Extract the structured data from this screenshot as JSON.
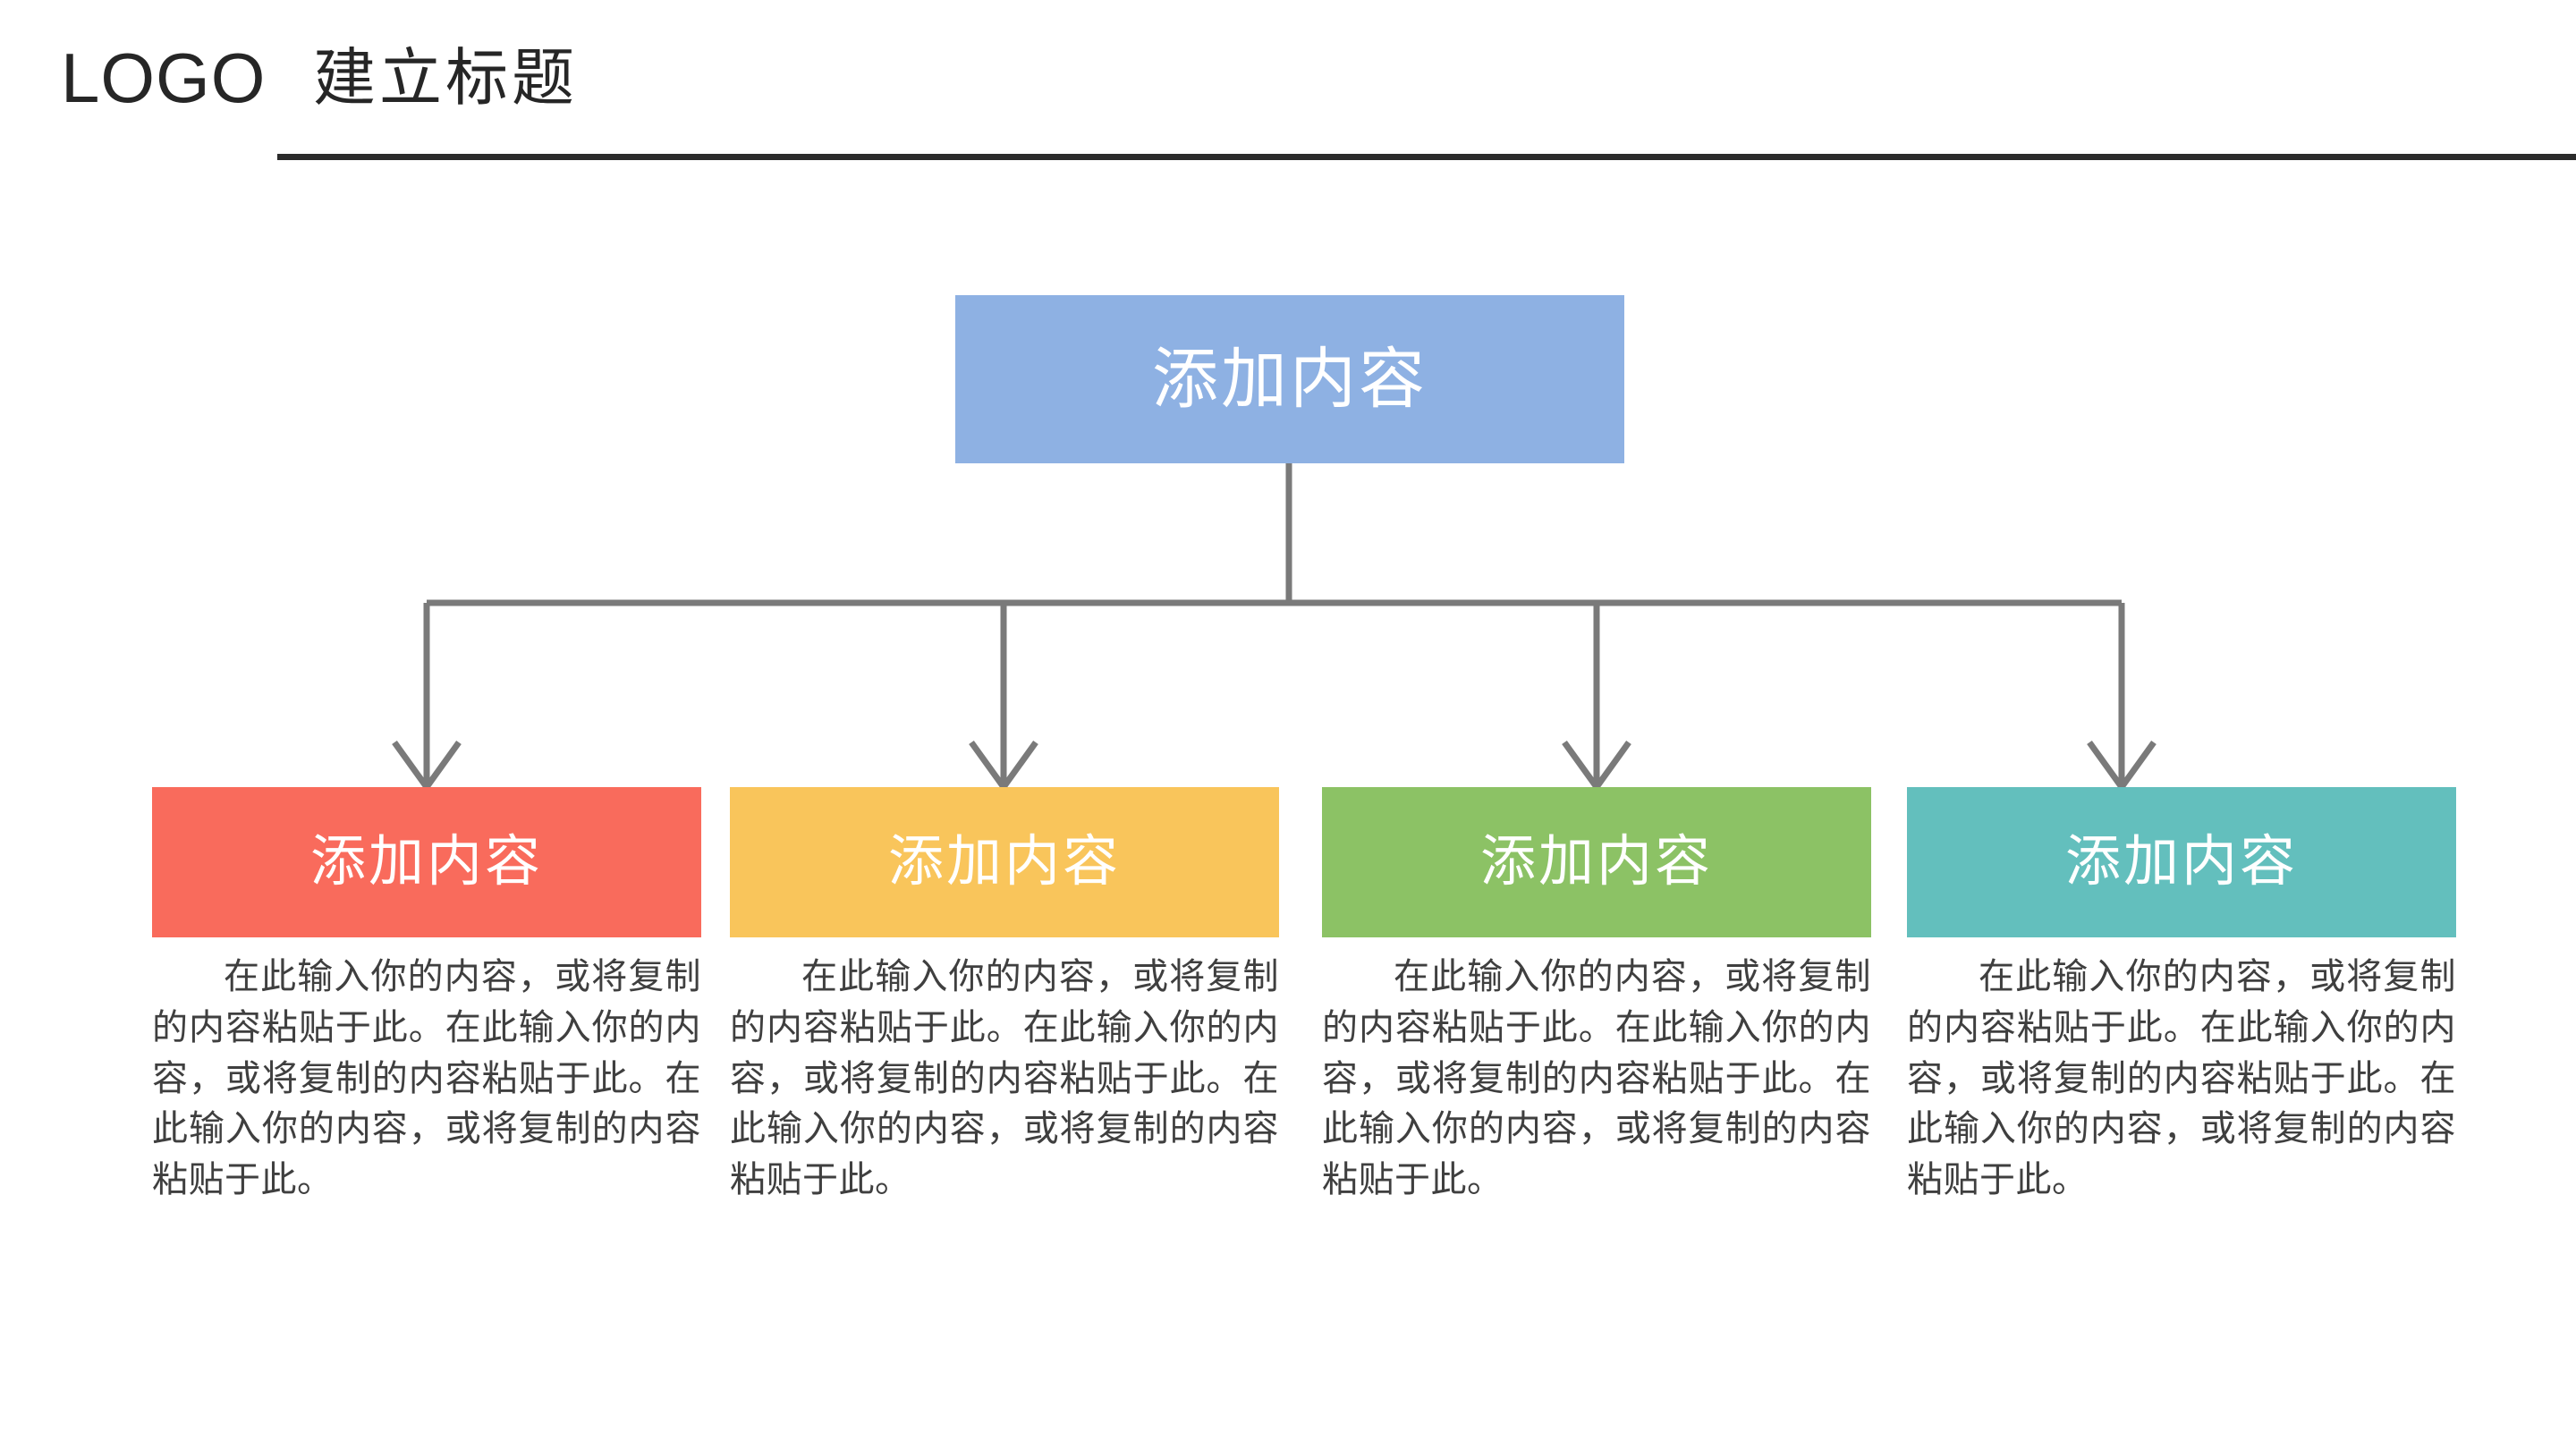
{
  "header": {
    "logo": "LOGO",
    "title": "建立标题"
  },
  "diagram": {
    "type": "org-chart",
    "root": {
      "label": "添加内容",
      "color": "#8EB1E3"
    },
    "connector_color": "#7A7A7A",
    "children": [
      {
        "label": "添加内容",
        "color": "#F96B5C",
        "body": "在此输入你的内容，或将复制的内容粘贴于此。在此输入你的内容，或将复制的内容粘贴于此。在此输入你的内容，或将复制的内容粘贴于此。"
      },
      {
        "label": "添加内容",
        "color": "#F9C55B",
        "body": "在此输入你的内容，或将复制的内容粘贴于此。在此输入你的内容，或将复制的内容粘贴于此。在此输入你的内容，或将复制的内容粘贴于此。"
      },
      {
        "label": "添加内容",
        "color": "#8CC265",
        "body": "在此输入你的内容，或将复制的内容粘贴于此。在此输入你的内容，或将复制的内容粘贴于此。在此输入你的内容，或将复制的内容粘贴于此。"
      },
      {
        "label": "添加内容",
        "color": "#63BFBD",
        "body": "在此输入你的内容，或将复制的内容粘贴于此。在此输入你的内容，或将复制的内容粘贴于此。在此输入你的内容，或将复制的内容粘贴于此。"
      }
    ]
  }
}
